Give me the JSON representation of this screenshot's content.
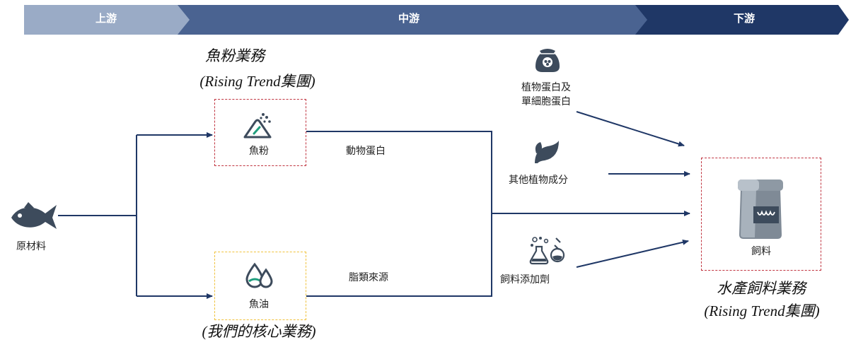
{
  "stages": {
    "upstream": "上游",
    "midstream": "中游",
    "downstream": "下游"
  },
  "captions": {
    "fishmeal_business_line1": "魚粉業務",
    "fishmeal_business_line2": "(Rising Trend集團)",
    "core_business": "(我們的核心業務)",
    "aquafeed_business_line1": "水產飼料業務",
    "aquafeed_business_line2": "(Rising Trend集團)"
  },
  "nodes": {
    "raw_material": "原材料",
    "fishmeal": "魚粉",
    "fish_oil": "魚油",
    "feed": "飼料"
  },
  "flows": {
    "animal_protein": "動物蛋白",
    "lipid_source": "脂類來源",
    "plant_protein_line1": "植物蛋白及",
    "plant_protein_line2": "單細胞蛋白",
    "other_plant": "其他植物成分",
    "feed_additive": "飼料添加劑"
  },
  "colors": {
    "upstream": "#9aabc6",
    "midstream": "#4a6391",
    "downstream": "#1f3766",
    "line": "#1f3766",
    "red_dash": "#c0333f",
    "yellow_dash": "#f0c23c",
    "icon": "#3d4b5c",
    "accent_green": "#1f9e7d"
  },
  "icons": [
    "fish-icon",
    "powder-icon",
    "droplets-icon",
    "sack-icon",
    "leaf-icon",
    "flask-icon",
    "container-icon"
  ]
}
